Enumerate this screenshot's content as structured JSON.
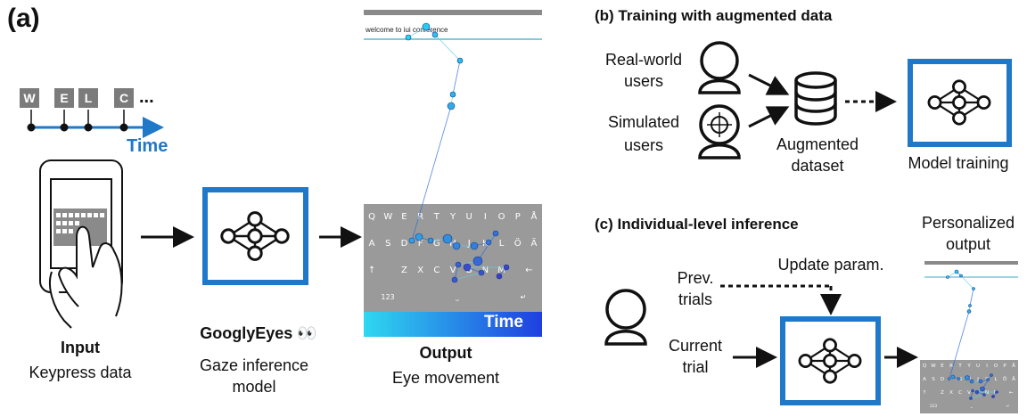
{
  "panel_a": {
    "label": "(a)",
    "typed_letters": [
      "W",
      "E",
      "L",
      "C"
    ],
    "ellipsis": "...",
    "time_label": "Time",
    "input_title": "Input",
    "input_desc": "Keypress data",
    "model_title": "GooglyEyes",
    "model_emoji": "👀",
    "model_desc_1": "Gaze inference",
    "model_desc_2": "model",
    "output_title": "Output",
    "output_desc": "Eye movement",
    "phone_text": "welcome to iui conference",
    "keyboard_rows": [
      [
        "Q",
        "W",
        "E",
        "R",
        "T",
        "Y",
        "U",
        "I",
        "O",
        "P",
        "Å"
      ],
      [
        "A",
        "S",
        "D",
        "F",
        "G",
        "H",
        "J",
        "K",
        "L",
        "Ö",
        "Ä"
      ],
      [
        "↑",
        "Z",
        "X",
        "C",
        "V",
        "B",
        "N",
        "M",
        "←"
      ]
    ],
    "keyboard_bottom": [
      "123",
      "⎵",
      "↵"
    ],
    "time_bar_label": "Time"
  },
  "panel_b": {
    "title": "(b) Training with augmented data",
    "real_users_1": "Real-world",
    "real_users_2": "users",
    "sim_users_1": "Simulated",
    "sim_users_2": "users",
    "dataset_1": "Augmented",
    "dataset_2": "dataset",
    "model_training": "Model training"
  },
  "panel_c": {
    "title": "(c) Individual-level inference",
    "personalized_1": "Personalized",
    "personalized_2": "output",
    "prev_trials_1": "Prev.",
    "prev_trials_2": "trials",
    "update_param": "Update param.",
    "current_trial_1": "Current",
    "current_trial_2": "trial"
  },
  "colors": {
    "accent_blue": "#1f78c8",
    "time_bar_start": "#2fd8f0",
    "time_bar_end": "#1f3fe0",
    "key_gray": "#7b7b7b",
    "keyboard_gray": "#9a9a9a"
  }
}
